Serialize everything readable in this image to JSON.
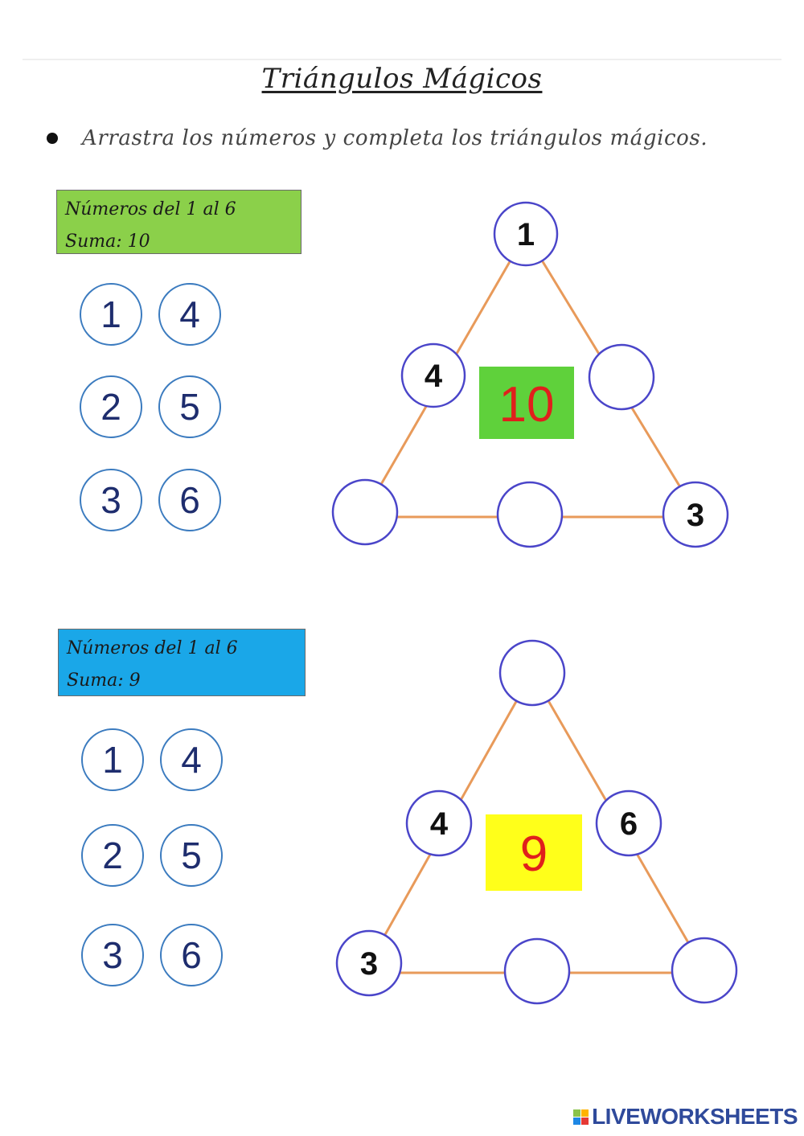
{
  "title": "Triángulos Mágicos",
  "instruction": "Arrastra los números y completa los triángulos mágicos.",
  "footer_brand": "LIVEWORKSHEETS",
  "colors": {
    "line": "#e89a5a",
    "node_border": "#4a45c9",
    "number_circle_border": "#3b7bbf",
    "number_text": "#1e2d6e",
    "sum_text": "#e0201c"
  },
  "puzzles": [
    {
      "info_line1": "Números del 1 al 6",
      "info_line2": "Suma: 10",
      "info_bg": "#8bd04a",
      "numbers": [
        "1",
        "4",
        "2",
        "5",
        "3",
        "6"
      ],
      "sum": "10",
      "sum_bg": "#5fd13b",
      "nodes": {
        "top": "1",
        "left_mid": "4",
        "right_mid": "",
        "bottom_left": "",
        "bottom_mid": "",
        "bottom_right": "3"
      }
    },
    {
      "info_line1": "Números del 1 al 6",
      "info_line2": "Suma: 9",
      "info_bg": "#1aa7e8",
      "numbers": [
        "1",
        "4",
        "2",
        "5",
        "3",
        "6"
      ],
      "sum": "9",
      "sum_bg": "#ffff1a",
      "nodes": {
        "top": "",
        "left_mid": "4",
        "right_mid": "6",
        "bottom_left": "3",
        "bottom_mid": "",
        "bottom_right": ""
      }
    }
  ]
}
